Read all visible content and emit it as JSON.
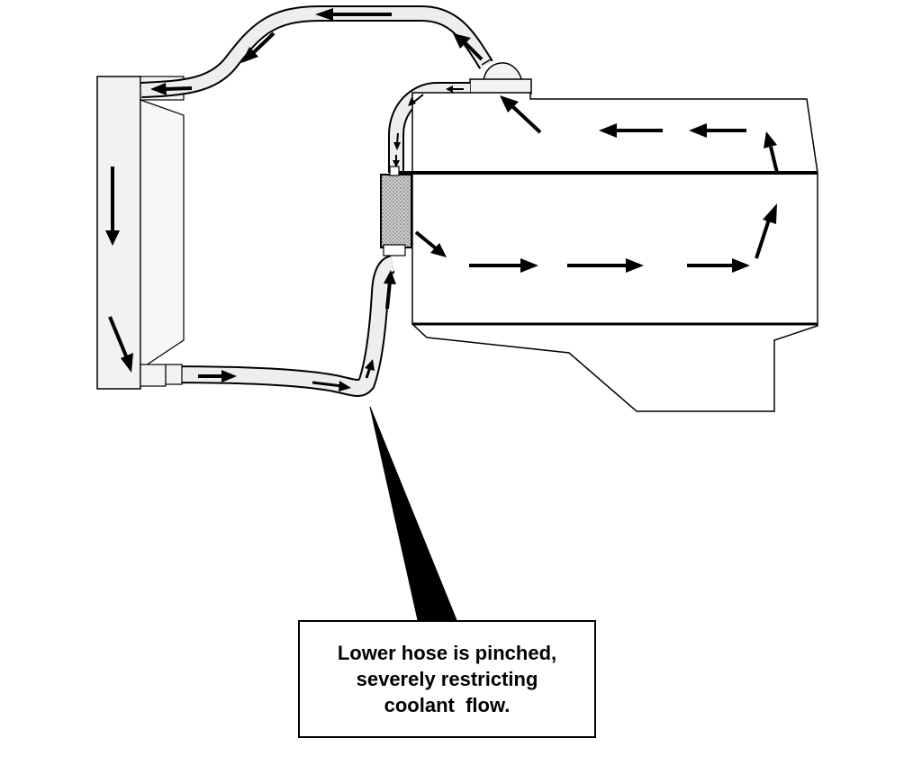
{
  "callout": {
    "lines": [
      "Lower hose is pinched,",
      "severely restricting",
      "coolant  flow."
    ]
  },
  "colors": {
    "ink": "#000000",
    "panel": "#f2f2f2",
    "hose": "#eeeeee",
    "thermostat": "#b8b8b8"
  }
}
